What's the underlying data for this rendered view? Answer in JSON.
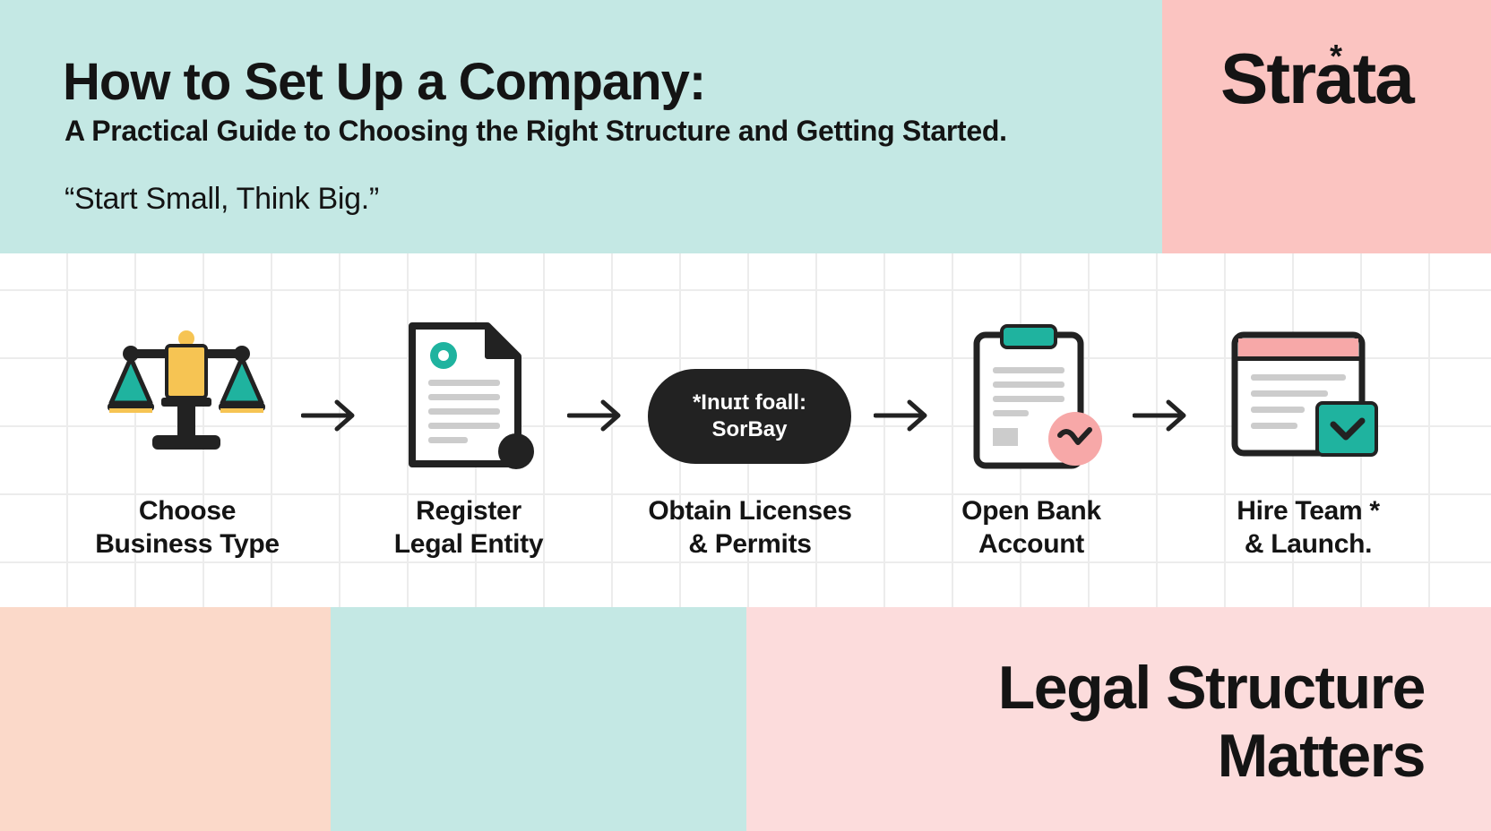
{
  "header": {
    "title": "How to Set Up a Company:",
    "subtitle": "A Practical Guide to Choosing the Right Structure and Getting Started.",
    "quote": "“Start Small, Think Big.”"
  },
  "brand": {
    "logo_text": "Strata",
    "logo_mark": "*"
  },
  "steps": [
    {
      "icon": "scales-icon",
      "line1": "Choose",
      "line2": "Business Type"
    },
    {
      "icon": "document-icon",
      "line1": "Register",
      "line2": "Legal Entity"
    },
    {
      "icon": "pill-badge",
      "line1": "Obtain Licenses",
      "line2": "& Permits"
    },
    {
      "icon": "clipboard-icon",
      "line1": "Open Bank",
      "line2": "Account"
    },
    {
      "icon": "window-check-icon",
      "line1": "Hire Team *",
      "line2": "& Launch."
    }
  ],
  "pill": {
    "line1": "*Inuɪt foall:",
    "line2": "SorBay"
  },
  "tagline": {
    "line1": "Legal Structure",
    "line2": "Matters"
  },
  "colors": {
    "mint": "#c4e8e4",
    "pink": "#fbc4c1",
    "peach": "#fbd9c9",
    "light_pink": "#fcdcdc",
    "teal": "#1fb39f",
    "yellow": "#f6c453",
    "coral": "#f7a8a8",
    "ink": "#141414"
  }
}
